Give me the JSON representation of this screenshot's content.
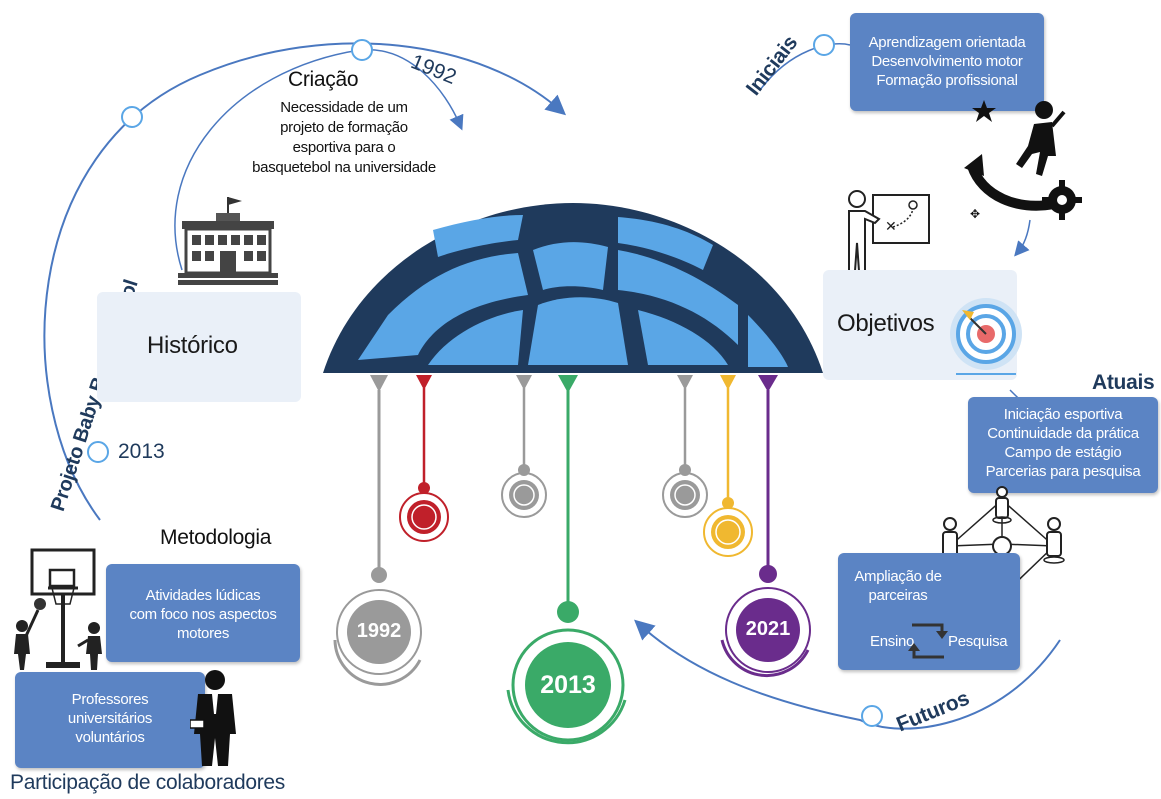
{
  "left": {
    "vertical_label": "Projeto Baby Basquetebol",
    "historico_label": "Histórico",
    "criacao_title": "Criação",
    "criacao_text": [
      "Necessidade de um",
      "projeto de formação",
      "esportiva para o",
      "basquetebol na universidade"
    ],
    "year_1992_arc": "1992",
    "year_2013_arc": "2013",
    "metodologia_title": "Metodologia",
    "metodologia_box": [
      "Atividades lúdicas",
      "com foco nos aspectos",
      "motores"
    ],
    "professores_box": [
      "Professores",
      "universitários",
      "voluntários"
    ],
    "participacao_label": "Participação de colaboradores"
  },
  "right": {
    "iniciais_label": "Iniciais",
    "iniciais_box": [
      "Aprendizagem orientada",
      "Desenvolvimento motor",
      "Formação profissional"
    ],
    "objetivos_label": "Objetivos",
    "atuais_label": "Atuais",
    "atuais_box": [
      "Iniciação esportiva",
      "Continuidade da prática",
      "Campo de estágio",
      "Parcerias para pesquisa"
    ],
    "futuros_label": "Futuros",
    "ampliacao_box": [
      "Ampliação de",
      "parceiras"
    ],
    "ensino_label": "Ensino",
    "pesquisa_label": "Pesquisa"
  },
  "timeline": {
    "badge_1992": "1992",
    "badge_2013": "2013",
    "badge_2021": "2021"
  },
  "colors": {
    "ball_dark": "#1f3a5c",
    "ball_light": "#5aa6e6",
    "box_blue": "#5b84c4",
    "grey": "#9a9a9a",
    "red": "#c0202a",
    "green": "#3aaa68",
    "yellow": "#f0b830",
    "purple": "#6a2c8c"
  }
}
